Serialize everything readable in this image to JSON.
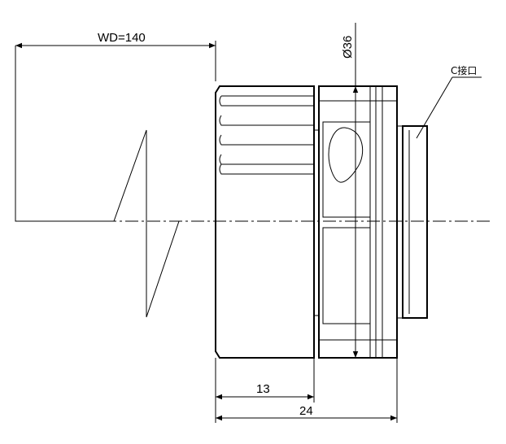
{
  "dimensions": {
    "working_distance": "WD=140",
    "diameter": "Ø36",
    "length_front": "13",
    "length_total": "24"
  },
  "callouts": {
    "mount": "C接口"
  }
}
